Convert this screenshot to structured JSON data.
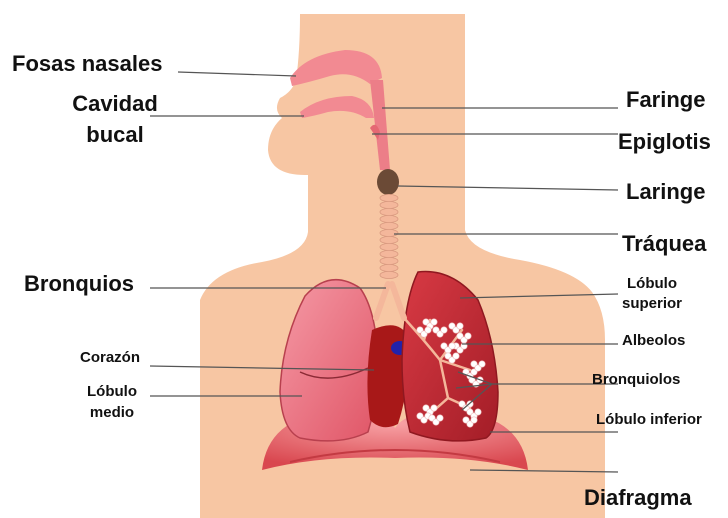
{
  "labels": {
    "fosas_nasales": "Fosas nasales",
    "cavidad": "Cavidad",
    "bucal": "bucal",
    "faringe": "Faringe",
    "epiglotis": "Epiglotis",
    "laringe": "Laringe",
    "traquea": "Tráquea",
    "bronquios": "Bronquios",
    "lobulo": "Lóbulo",
    "superior": "superior",
    "albeolos": "Albeolos",
    "corazon": "Corazón",
    "bronquiolos": "Bronquiolos",
    "lobulo_medio_1": "Lóbulo",
    "lobulo_medio_2": "medio",
    "lobulo_inferior": "Lóbulo inferior",
    "diafragma": "Diafragma"
  },
  "colors": {
    "skin": "#f7c6a3",
    "nasal": "#f28a92",
    "trachea": "#f4b79b",
    "larynx": "#6b4a36",
    "left_lung": "#ec6f80",
    "right_lung": "#cf2f3a",
    "heart": "#a81818",
    "diaphragm": "#e8646a",
    "alveoli": "#ffffff",
    "leader_line": "#555555"
  }
}
